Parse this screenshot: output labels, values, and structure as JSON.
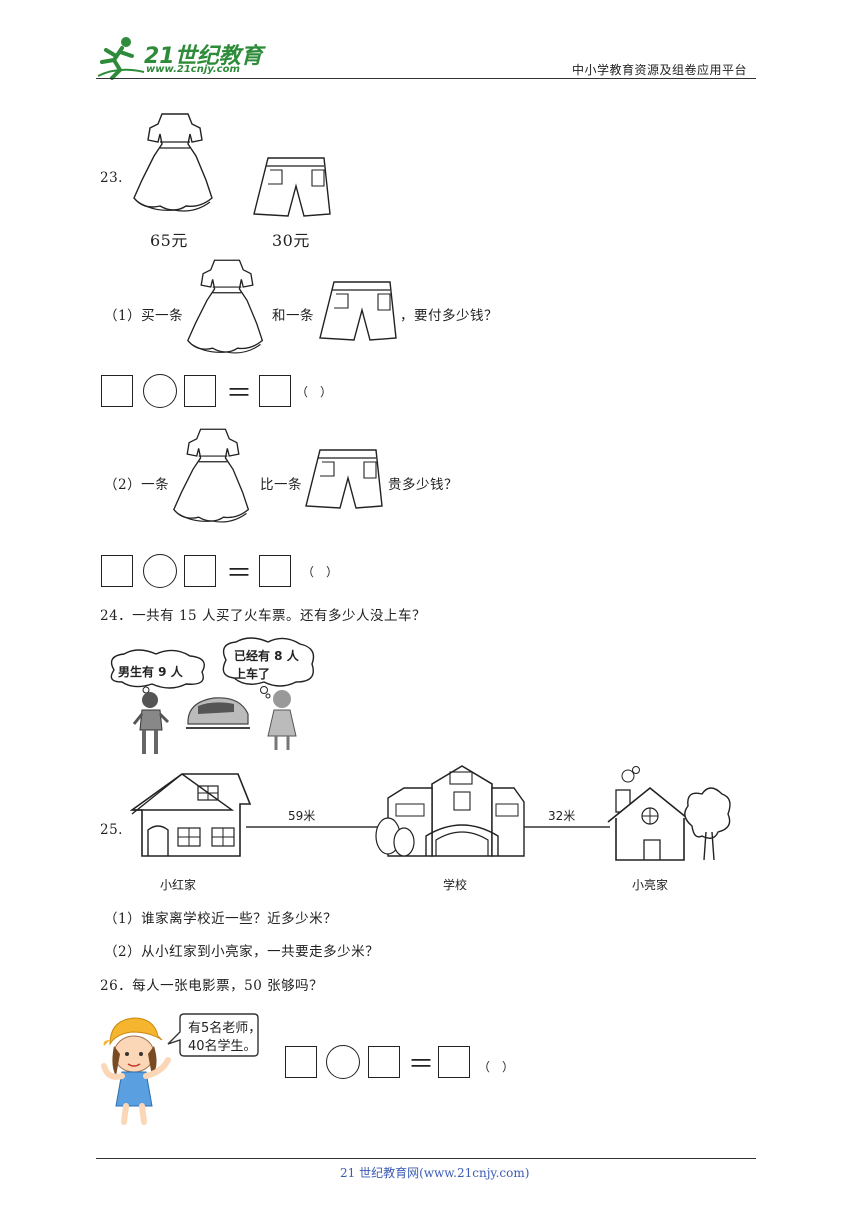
{
  "header": {
    "logo_text": "21世纪教育",
    "logo_url": "www.21cnjy.com",
    "right_text": "中小学教育资源及组卷应用平台"
  },
  "q23": {
    "number": "23.",
    "dress_price": "65元",
    "shorts_price": "30元",
    "part1": {
      "prefix": "（1）买一条",
      "mid": "和一条",
      "suffix": "，要付多少钱？",
      "paren": "（　）"
    },
    "part2": {
      "prefix": "（2）一条",
      "mid": "比一条",
      "suffix": "贵多少钱？",
      "paren": "（　）"
    },
    "equals": "＝"
  },
  "q24": {
    "text": "24．一共有 15 人买了火车票。还有多少人没上车？",
    "bubble_boy": "男生有 9 人",
    "bubble_girl_line1": "已经有 8 人",
    "bubble_girl_line2": "上车了"
  },
  "q25": {
    "number": "25.",
    "dist_left": "59米",
    "dist_right": "32米",
    "label_left": "小红家",
    "label_mid": "学校",
    "label_right": "小亮家",
    "sub1": "（1）谁家离学校近一些？近多少米？",
    "sub2": "（2）从小红家到小亮家，一共要走多少米？"
  },
  "q26": {
    "text": "26．每人一张电影票，50 张够吗？",
    "bubble_line1": "有5名老师，",
    "bubble_line2": "40名学生。",
    "paren": "（　）",
    "equals": "＝"
  },
  "footer": {
    "text": "21 世纪教育网(www.21cnjy.com)"
  },
  "colors": {
    "logo_green": "#2e8b3a",
    "footer_text": "#3b5bb5"
  }
}
